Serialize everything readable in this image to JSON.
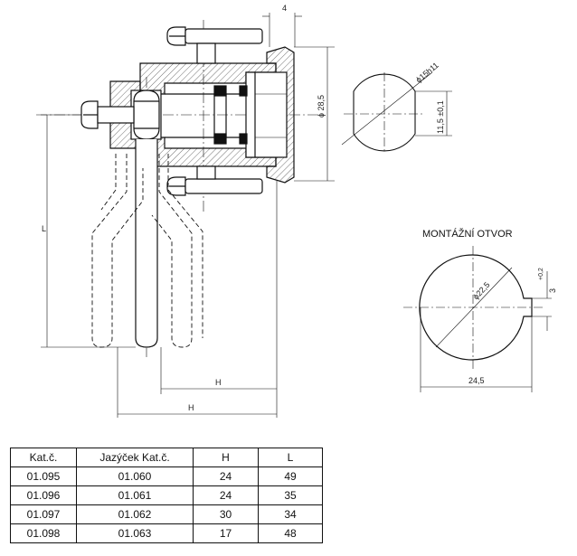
{
  "drawing": {
    "dimensions": {
      "top_gap": "4",
      "body_diameter": "ϕ 28,5",
      "hole_diameter": "ϕ15h11",
      "flat_height": "11,5 ±0,1",
      "length": "L",
      "height_inner": "H",
      "height_outer": "H"
    },
    "mounting": {
      "title": "MONTÁŽNÍ OTVOR",
      "diameter": "ϕ22,5",
      "slot_width": "3",
      "slot_tolerance": "+0,2",
      "overall_width": "24,5"
    }
  },
  "table": {
    "headers": [
      "Kat.č.",
      "Jazýček  Kat.č.",
      "H",
      "L"
    ],
    "rows": [
      [
        "01.095",
        "01.060",
        "24",
        "49"
      ],
      [
        "01.096",
        "01.061",
        "24",
        "35"
      ],
      [
        "01.097",
        "01.062",
        "30",
        "34"
      ],
      [
        "01.098",
        "01.063",
        "17",
        "48"
      ]
    ]
  }
}
